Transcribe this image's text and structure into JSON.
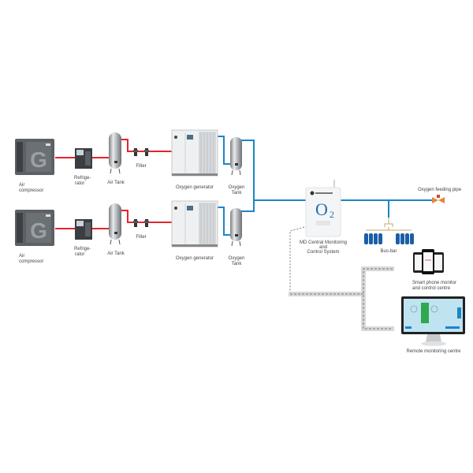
{
  "colors": {
    "air_line": "#e8222d",
    "oxygen_line": "#1a86c8",
    "data_link_bg": "#d9d9d9",
    "data_link_dash": "#777777",
    "label_text": "#444444",
    "o2_text": "#1f6fb5",
    "cylinder": "#1b5ea8"
  },
  "rows": [
    {
      "air_compressor": "Air compressor",
      "refrigerator": "Refrige-rator",
      "air_tank": "Air Tank",
      "filter": "Filter",
      "oxygen_generator": "Oxygen generator",
      "oxygen_tank": "Oxygen Tank"
    },
    {
      "air_compressor": "Air compressor",
      "refrigerator": "Refrige-rator",
      "air_tank": "Air Tank",
      "filter": "Filter",
      "oxygen_generator": "Oxygen generator",
      "oxygen_tank": "Oxygen Tank"
    }
  ],
  "labels": {
    "air_line1": "Air",
    "air_line2": "compressor",
    "ref_line1": "Refrige-",
    "ref_line2": "rator",
    "oxy_tank_line1": "Oxygen",
    "oxy_tank_line2": "Tank",
    "control_line1": "MD Central Monitoring",
    "control_line2": "and",
    "control_line3": "Control System",
    "o2_symbol": "O",
    "o2_sub": "2",
    "oxygen_feeding_pipe": "Oxygen feeding pipe",
    "bus_bar": "Bus-bar",
    "smart_phone_line1": "Smart phone monitor",
    "smart_phone_line2": "and control centre",
    "remote_monitoring": "Remote monitoring centre"
  }
}
